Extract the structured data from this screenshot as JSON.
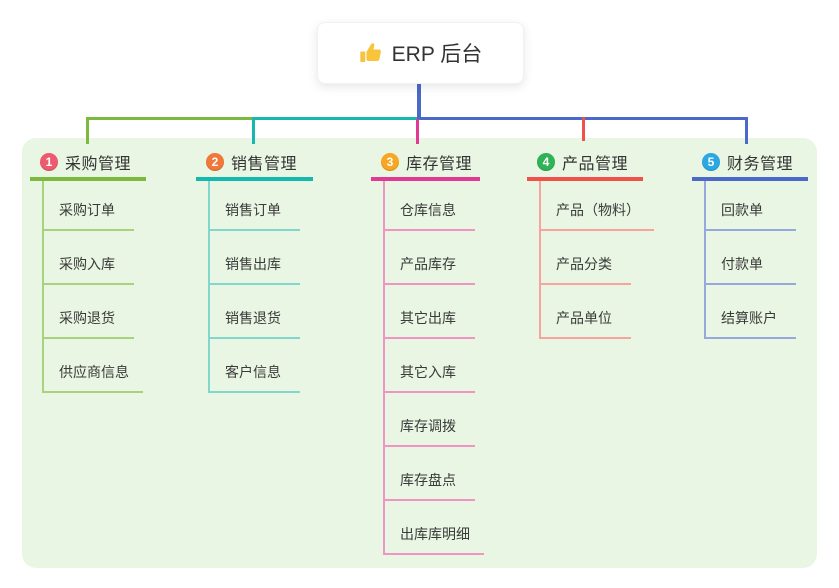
{
  "root": {
    "label": "ERP 后台",
    "icon": "thumbs-up-icon",
    "line_color": "#4b69c9"
  },
  "panel": {
    "background": "#e9f6e3"
  },
  "branches": [
    {
      "number": "1",
      "label": "采购管理",
      "badge_color": "#ee5a6e",
      "line_color": "#7cb93f",
      "child_line_color": "#a8d37c",
      "children": [
        "采购订单",
        "采购入库",
        "采购退货",
        "供应商信息"
      ]
    },
    {
      "number": "2",
      "label": "销售管理",
      "badge_color": "#f0783a",
      "line_color": "#14b8ac",
      "child_line_color": "#82d7cc",
      "children": [
        "销售订单",
        "销售出库",
        "销售退货",
        "客户信息"
      ]
    },
    {
      "number": "3",
      "label": "库存管理",
      "badge_color": "#f7a723",
      "line_color": "#e03a92",
      "child_line_color": "#f094c4",
      "children": [
        "仓库信息",
        "产品库存",
        "其它出库",
        "其它入库",
        "库存调拨",
        "库存盘点",
        "出库库明细"
      ]
    },
    {
      "number": "4",
      "label": "产品管理",
      "badge_color": "#2fb356",
      "line_color": "#f2504b",
      "child_line_color": "#f8a49e",
      "children": [
        "产品（物料）",
        "产品分类",
        "产品单位"
      ]
    },
    {
      "number": "5",
      "label": "财务管理",
      "badge_color": "#2aa8e2",
      "line_color": "#4b69c9",
      "child_line_color": "#97a9dc",
      "children": [
        "回款单",
        "付款单",
        "结算账户"
      ]
    }
  ]
}
